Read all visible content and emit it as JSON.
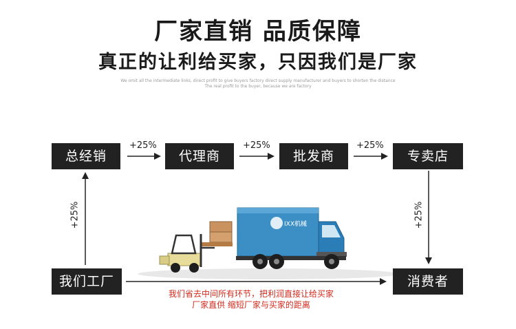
{
  "header": {
    "title": "厂家直销  品质保障",
    "subtitle": "真正的让利给买家，只因我们是厂家",
    "fine_print_line1": "We omit all the intermediate links, direct profit to give buyers factory direct supply manufacturer and buyers to shorten the distance",
    "fine_print_line2": "The real profit to the buyer, because we are factory"
  },
  "flow": {
    "nodes": [
      "总经销",
      "代理商",
      "批发商",
      "专卖店",
      "我们工厂",
      "消费者"
    ],
    "markups": [
      "+25%",
      "+25%",
      "+25%",
      "+25%",
      "+25%"
    ]
  },
  "truck": {
    "logo_text": "IXX机械"
  },
  "footer": {
    "line1": "我们省去中间所有环节，把利润直接让给买家",
    "line2": "厂家直供 缩短厂家与买家的距离"
  },
  "colors": {
    "box": "#222222",
    "red": "#d22b1e",
    "truck_body": "#3b8fc4",
    "truck_cab": "#2a7db6",
    "forklift": "#e8dc9a"
  }
}
